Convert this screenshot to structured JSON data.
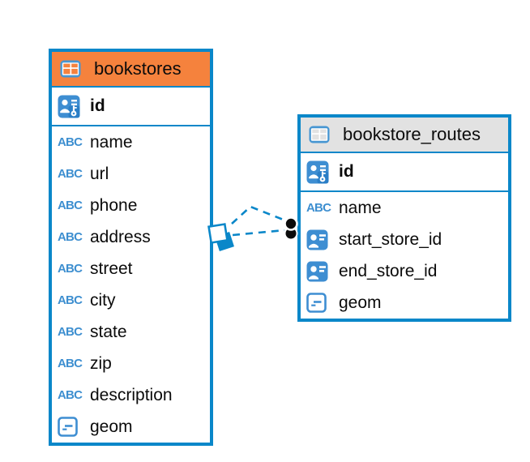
{
  "diagram": {
    "colors": {
      "accent_blue": "#0a87c9",
      "icon_blue": "#3e8ed2",
      "abc_blue": "#3e8fd0",
      "bookstores_header": "#f5823d",
      "bookstore_routes_header": "#e2e2e2",
      "relationship_line": "#0a87c9",
      "endpoint_dot": "#0b0b0b"
    },
    "tables": [
      {
        "name": "bookstores",
        "header_color": "#f5823d",
        "columns": [
          {
            "name": "id",
            "icon": "primary-key",
            "primary": true
          },
          {
            "name": "name",
            "icon": "text"
          },
          {
            "name": "url",
            "icon": "text"
          },
          {
            "name": "phone",
            "icon": "text"
          },
          {
            "name": "address",
            "icon": "text"
          },
          {
            "name": "street",
            "icon": "text"
          },
          {
            "name": "city",
            "icon": "text"
          },
          {
            "name": "state",
            "icon": "text"
          },
          {
            "name": "zip",
            "icon": "text"
          },
          {
            "name": "description",
            "icon": "text"
          },
          {
            "name": "geom",
            "icon": "geometry"
          }
        ]
      },
      {
        "name": "bookstore_routes",
        "header_color": "#e2e2e2",
        "columns": [
          {
            "name": "id",
            "icon": "primary-key",
            "primary": true
          },
          {
            "name": "name",
            "icon": "text"
          },
          {
            "name": "start_store_id",
            "icon": "foreign-key"
          },
          {
            "name": "end_store_id",
            "icon": "foreign-key"
          },
          {
            "name": "geom",
            "icon": "geometry"
          }
        ]
      }
    ],
    "relationships": [
      {
        "from": "bookstore_routes",
        "to": "bookstores",
        "style": "dashed"
      },
      {
        "from": "bookstore_routes",
        "to": "bookstores",
        "style": "dashed"
      }
    ]
  }
}
